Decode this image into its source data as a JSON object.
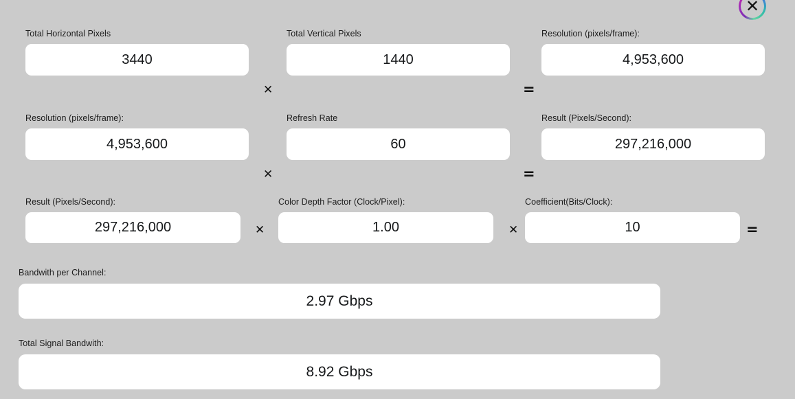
{
  "app": {
    "background_color": "#cbcbcb",
    "field_color": "#ffffff",
    "text_color": "#16181a"
  },
  "close_button": {
    "name": "close",
    "glyph": "✕",
    "gradient_colors": [
      "#45c9a0",
      "#2fb7b0",
      "#3f7fd8",
      "#7a4fd0",
      "#b02ab0",
      "#7b2fb5"
    ]
  },
  "operators": {
    "times": "✕",
    "equals": "=",
    "row1_times": "✕",
    "row1_equals": "=",
    "row2_times": "✕",
    "row2_equals": "=",
    "row3_times_1": "✕",
    "row3_times_2": "✕",
    "row3_equals": "="
  },
  "rows": [
    {
      "id": "row-1",
      "fields": [
        {
          "label": "Total Horizontal Pixels",
          "value": "3440",
          "name": "total-horizontal-pixels"
        },
        {
          "label": "Total Vertical Pixels",
          "value": "1440",
          "name": "total-vertical-pixels"
        },
        {
          "label": "Resolution (pixels/frame):",
          "value": "4,953,600",
          "name": "resolution-pixels-per-frame-result"
        }
      ]
    },
    {
      "id": "row-2",
      "fields": [
        {
          "label": "Resolution (pixels/frame):",
          "value": "4,953,600",
          "name": "resolution-pixels-per-frame"
        },
        {
          "label": "Refresh Rate",
          "value": "60",
          "name": "refresh-rate"
        },
        {
          "label": "Result (Pixels/Second):",
          "value": "297,216,000",
          "name": "result-pixels-per-second-output"
        }
      ]
    },
    {
      "id": "row-3",
      "fields": [
        {
          "label": "Result (Pixels/Second):",
          "value": "297,216,000",
          "name": "result-pixels-per-second"
        },
        {
          "label": "Color Depth Factor (Clock/Pixel):",
          "value": "1.00",
          "name": "color-depth-factor"
        },
        {
          "label": "Coefficient(Bits/Clock):",
          "value": "10",
          "name": "coefficient-bits-per-clock"
        }
      ]
    }
  ],
  "results": [
    {
      "label": "Bandwith per Channel:",
      "value": "2.97 Gbps",
      "name": "bandwidth-per-channel"
    },
    {
      "label": "Total Signal Bandwith:",
      "value": "8.92 Gbps",
      "name": "total-signal-bandwidth"
    }
  ]
}
